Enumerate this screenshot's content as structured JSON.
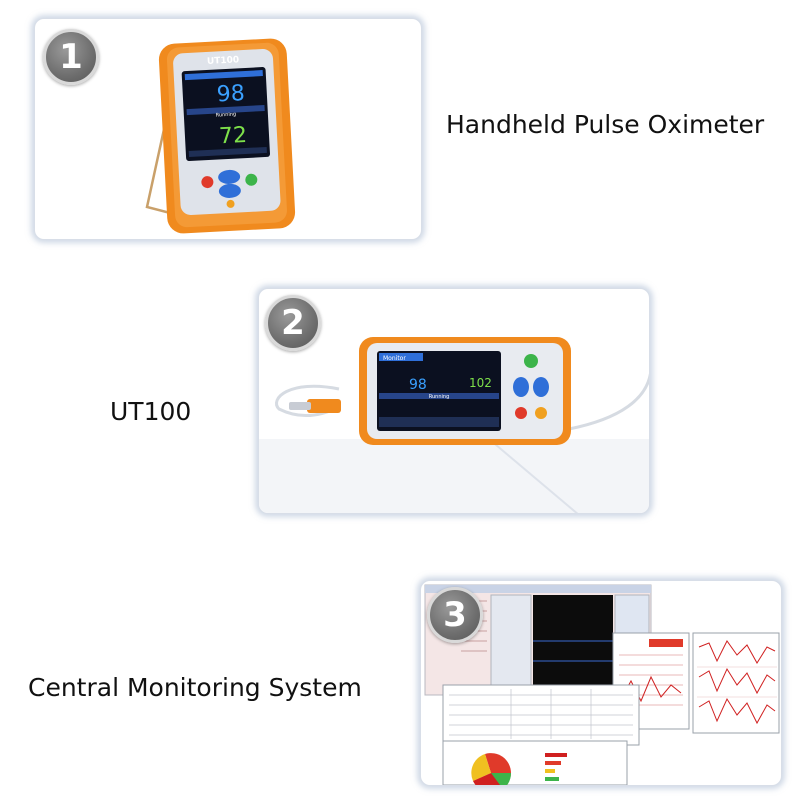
{
  "items": [
    {
      "number": "1",
      "caption": "Handheld Pulse Oximeter",
      "device": {
        "brand": "UT100",
        "spo2": "98",
        "pulse": "72",
        "status": "Running"
      }
    },
    {
      "number": "2",
      "caption": "UT100",
      "device": {
        "mode": "Monitor",
        "spo2": "98",
        "pulse": "102",
        "status": "Running"
      }
    },
    {
      "number": "3",
      "caption": "Central Monitoring System"
    }
  ],
  "colors": {
    "case_orange": "#f08a1e",
    "screen_bg": "#0b1020",
    "spo2_color": "#3aa0ff",
    "pulse_color": "#7ee04a",
    "badge_gray": "#6e6e6e",
    "card_glow": "#aab9d2",
    "chart_red": "#d02020"
  }
}
